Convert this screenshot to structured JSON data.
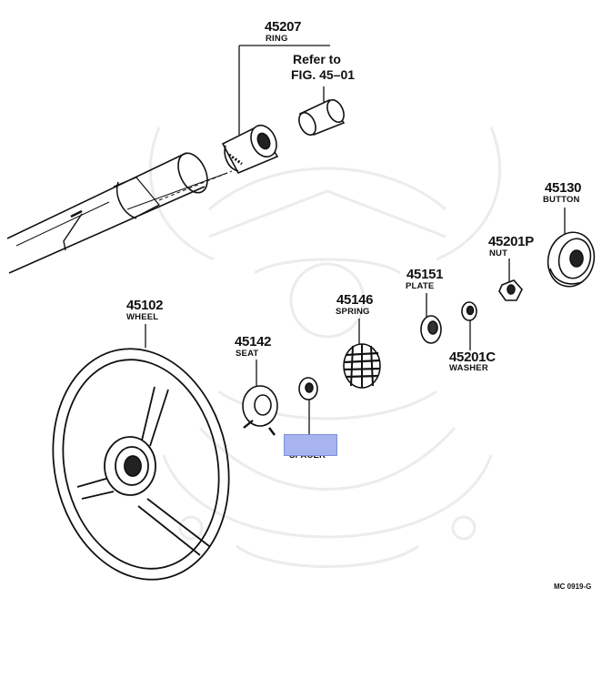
{
  "diagram": {
    "figure_code": "MC 0919-G",
    "reference_note": {
      "line1": "Refer to",
      "line2": "FIG. 45–01"
    },
    "parts": [
      {
        "number": "45207",
        "name": "RING"
      },
      {
        "number": "45130",
        "name": "BUTTON"
      },
      {
        "number": "45201P",
        "name": "NUT"
      },
      {
        "number": "45151",
        "name": "PLATE"
      },
      {
        "number": "45146",
        "name": "SPRING"
      },
      {
        "number": "45201C",
        "name": "WASHER"
      },
      {
        "number": "45142",
        "name": "SEAT"
      },
      {
        "number": "45102",
        "name": "WHEEL"
      },
      {
        "number": "",
        "name": "SPACER"
      }
    ],
    "highlight_color": "#a7b4ee",
    "watermark_color": "#ececec"
  }
}
